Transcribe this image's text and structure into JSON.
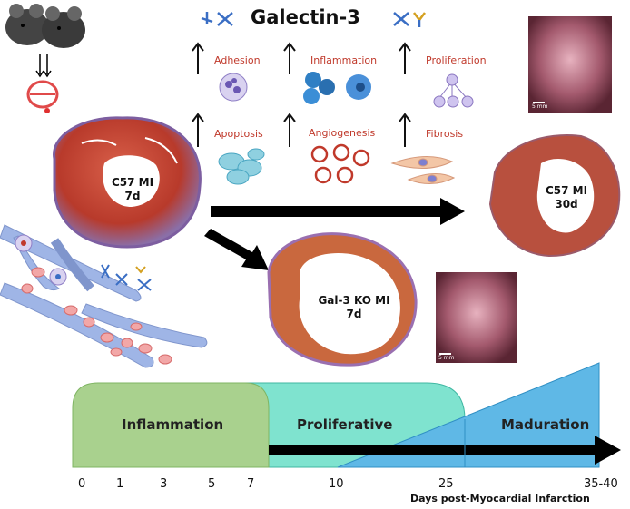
{
  "title": "Galectin-3",
  "processes": [
    "Adhesion",
    "Inflammation",
    "Proliferation",
    "Apoptosis",
    "Angiogenesis",
    "Fibrosis"
  ],
  "hearts": {
    "c57_7d": [
      "C57 MI",
      "7d"
    ],
    "c57_30d": [
      "C57 MI",
      "30d"
    ],
    "ko_7d": [
      "Gal-3 KO MI",
      "7d"
    ]
  },
  "scale_bar": "5 mm",
  "phases": [
    "Inflammation",
    "Proliferative",
    "Maduration"
  ],
  "timeline_ticks": [
    "0",
    "1",
    "3",
    "5",
    "7",
    "10",
    "25",
    "35-40"
  ],
  "x_caption": "Days post-Myocardial Infarction",
  "colors": {
    "inflammation": "#a9d18e",
    "proliferative": "#7fe3cf",
    "maduration": "#5fb8e6",
    "process_text": "#c0392b",
    "tissue": "#c0392b"
  }
}
